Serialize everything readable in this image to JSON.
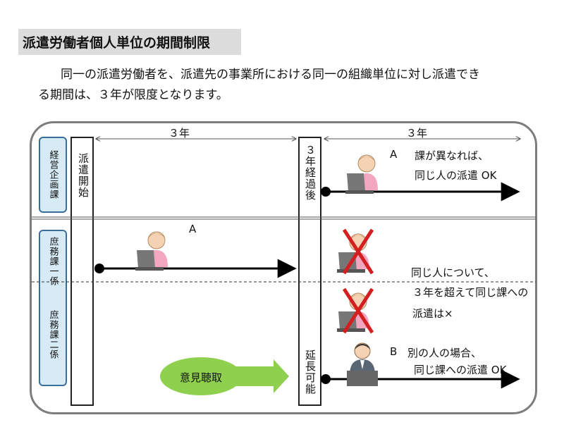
{
  "heading": "派遣労働者個人単位の期間制限",
  "intro": {
    "line1": "同一の派遣労働者を、派遣先の事業所における同一の組織単位に対し派遣でき",
    "line2": "る期間は、３年が限度となります。"
  },
  "departments": [
    "経営企画課",
    "庶務課一係",
    "庶務課二係"
  ],
  "timeline": {
    "start_label": "派遣開始",
    "after_label": "３年経過後",
    "extension_label": "延長可能",
    "span_before": "３年",
    "span_after": "３年"
  },
  "worker_a_label": "A",
  "case_a": {
    "marker": "A",
    "line1": "課が異なれば、",
    "line2": "同じ人の派遣 OK"
  },
  "same_person": {
    "line1": "同じ人について、",
    "line2": "３年を超えて同じ課への",
    "line3": "派遣は×"
  },
  "case_b": {
    "marker": "B",
    "line1": "別の人の場合、",
    "line2": "同じ課への派遣 OK"
  },
  "opinion_label": "意見聴取",
  "colors": {
    "dept_fill": "#d7ebf6",
    "dept_border": "#3b6e99",
    "opinion_fill": "#8fd14f",
    "cross": "#d31f1f",
    "frame": "#7d7d7d"
  }
}
